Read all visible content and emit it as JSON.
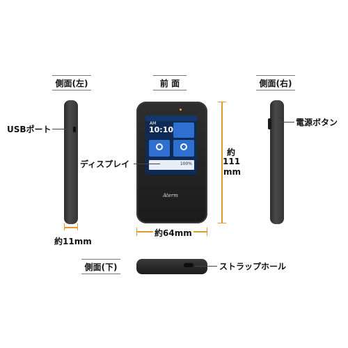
{
  "views": {
    "left": "側面(左)",
    "front": "前 面",
    "right": "側面(右)",
    "bottom": "側面(下)"
  },
  "callouts": {
    "usb": "USBポート",
    "display": "ディスプレイ",
    "power": "電源ボタン",
    "strap": "ストラップホール"
  },
  "dimensions": {
    "height_line1": "約",
    "height_line2": "111",
    "height_line3": "mm",
    "width": "約64mm",
    "depth": "約11mm"
  },
  "screen": {
    "time": "10:10",
    "ampm": "AM",
    "battery": "100%",
    "brand": "Aterm"
  },
  "colors": {
    "dimension_line": "#e39a2d",
    "device_body": "#222222",
    "screen_bg": "#0f2a55",
    "tile": "#2e6fd0"
  }
}
